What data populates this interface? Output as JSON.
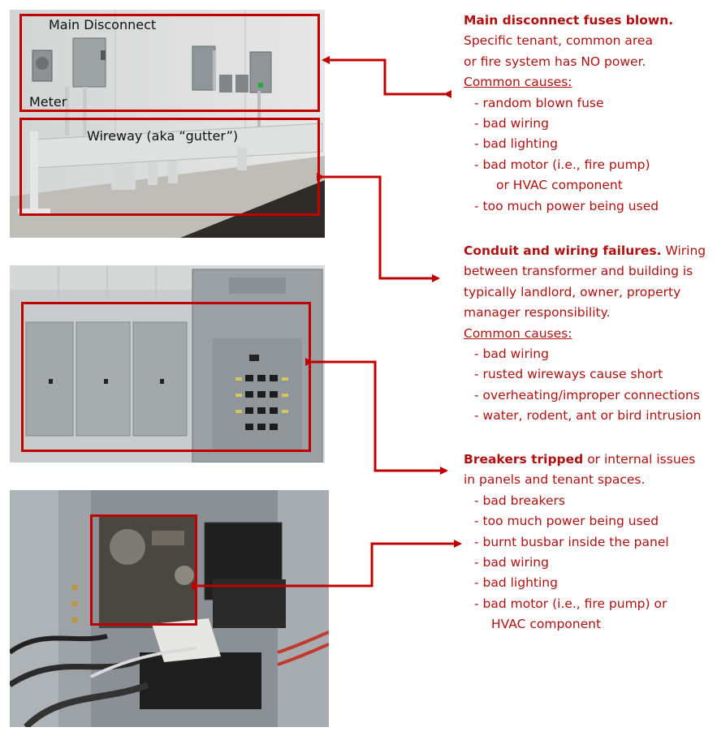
{
  "photos": {
    "top": {
      "label_main_disconnect": "Main Disconnect",
      "label_meter": "Meter",
      "label_wireway": "Wireway (aka “gutter”)"
    }
  },
  "sections": [
    {
      "lines": [
        {
          "text": "Main disconnect fuses blown.",
          "style": "head"
        },
        {
          "text": "Specific tenant, common area",
          "style": ""
        },
        {
          "text": "or fire system has NO power.",
          "style": ""
        },
        {
          "text": "Common causes:",
          "style": "ul"
        },
        {
          "text": "- random blown fuse",
          "style": "ind1"
        },
        {
          "text": "- bad wiring",
          "style": "ind1"
        },
        {
          "text": "- bad lighting",
          "style": "ind1"
        },
        {
          "text": "- bad motor (i.e., fire pump)",
          "style": "ind1"
        },
        {
          "text": "or HVAC component",
          "style": "ind2"
        },
        {
          "text": "- too much power being used",
          "style": "ind1"
        }
      ]
    },
    {
      "lines": [
        {
          "head": "Conduit and wiring failures.",
          "rest": " Wiring"
        },
        {
          "text": "between transformer and building is",
          "style": ""
        },
        {
          "text": "typically landlord, owner, property",
          "style": ""
        },
        {
          "text": "manager responsibility.",
          "style": ""
        },
        {
          "text": "Common causes:",
          "style": "ul"
        },
        {
          "text": "- bad wiring",
          "style": "ind1"
        },
        {
          "text": "- rusted wireways cause short",
          "style": "ind1"
        },
        {
          "text": "- overheating/improper connections",
          "style": "ind1"
        },
        {
          "text": "- water, rodent, ant or bird intrusion",
          "style": "ind1"
        }
      ]
    },
    {
      "lines": [
        {
          "head": "Breakers tripped",
          "rest": " or internal issues"
        },
        {
          "text": "in panels and tenant spaces.",
          "style": ""
        },
        {
          "text": "- bad breakers",
          "style": "ind1"
        },
        {
          "text": "- too much power being used",
          "style": "ind1"
        },
        {
          "text": "- burnt busbar inside the panel",
          "style": "ind1"
        },
        {
          "text": "- bad wiring",
          "style": "ind1"
        },
        {
          "text": "- bad lighting",
          "style": "ind1"
        },
        {
          "text": "- bad motor (i.e., fire pump) or",
          "style": "ind1"
        },
        {
          "text": "HVAC component",
          "style": "ind3"
        }
      ]
    }
  ],
  "colors": {
    "accent": "#c00000",
    "text_red": "#b01010"
  }
}
